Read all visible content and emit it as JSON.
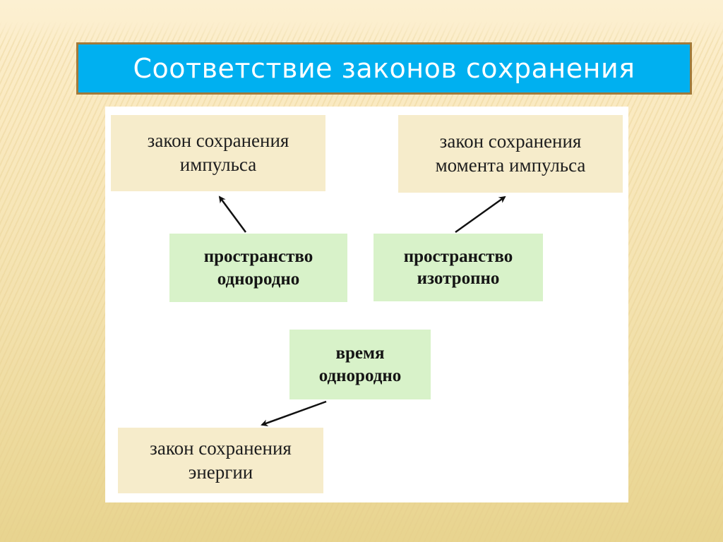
{
  "slide": {
    "title": "Соответствие законов сохранения",
    "colors": {
      "title_bg": "#00b0f0",
      "title_border": "#a27a3a",
      "title_text": "#ffffff",
      "law_box_bg": "#f6eccb",
      "condition_box_bg": "#d8f2c9",
      "diagram_bg": "#ffffff",
      "arrow": "#111111"
    }
  },
  "diagram": {
    "laws": [
      {
        "id": "momentum",
        "line1": "закон сохранения",
        "line2": "импульса"
      },
      {
        "id": "angular_momentum",
        "line1": "закон сохранения",
        "line2": "момента импульса"
      },
      {
        "id": "energy",
        "line1": "закон сохранения",
        "line2": "энергии"
      }
    ],
    "conditions": [
      {
        "id": "space_homogeneous",
        "line1": "пространство",
        "line2": "однородно"
      },
      {
        "id": "space_isotropic",
        "line1": "пространство",
        "line2": "изотропно"
      },
      {
        "id": "time_homogeneous",
        "line1": "время",
        "line2": "однородно"
      }
    ],
    "edges": [
      {
        "from": "space_homogeneous",
        "to": "momentum"
      },
      {
        "from": "space_isotropic",
        "to": "angular_momentum"
      },
      {
        "from": "time_homogeneous",
        "to": "energy"
      }
    ]
  }
}
